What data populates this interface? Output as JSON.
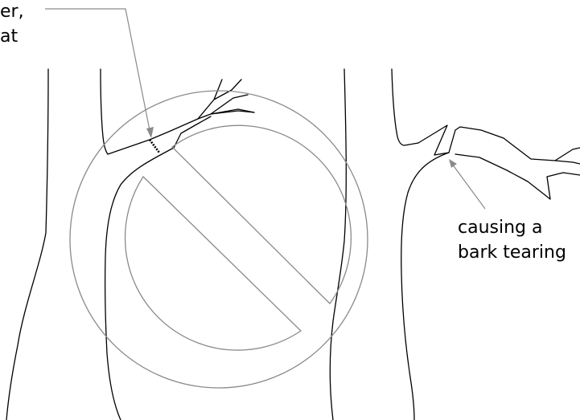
{
  "annotations": {
    "top_left_line1": "er,",
    "top_left_line2": "at",
    "right_line1": "causing a",
    "right_line2": "bark tearing"
  },
  "colors": {
    "tree_outline": "#000000",
    "prohibition_symbol": "#8a8a8a",
    "leader_lines": "#8a8a8a",
    "background": "#ffffff"
  }
}
